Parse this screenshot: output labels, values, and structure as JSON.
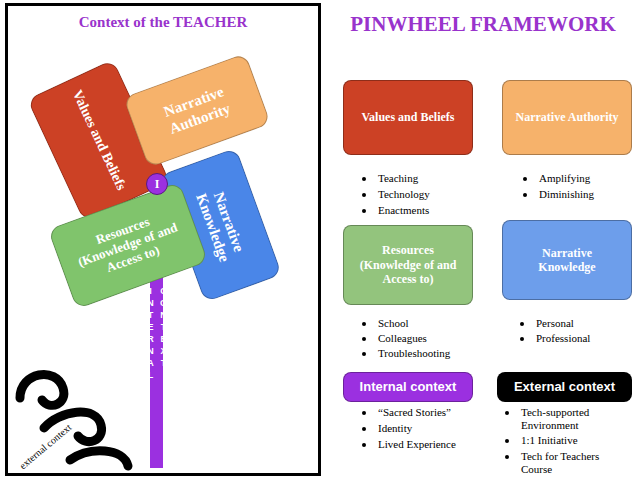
{
  "diagram": {
    "title": "PINWHEEL FRAMEWORK",
    "nodes": [
      {
        "text": [
          "Context of the TEACHER"
        ]
      },
      {
        "text": [
          "Values and Beliefs"
        ],
        "in": 0
      },
      {
        "text": [
          "Narrative Authority"
        ],
        "in": 0
      },
      {
        "text": [
          "I"
        ],
        "in": 0
      },
      {
        "text": [
          "Narrative Knowledge"
        ],
        "in": 0
      },
      {
        "text": [
          "Resources (Knowledge of and Access to)"
        ],
        "in": 0
      },
      {
        "text": [
          "INTERNAL CONTEXT"
        ],
        "in": 0
      },
      {
        "text": [
          "external context"
        ],
        "in": 0
      },
      {
        "text": [
          "Values and Beliefs"
        ]
      },
      {
        "text": [
          "Narrative Authority"
        ]
      },
      {
        "text": [
          "Resources (Knowledge of and Access to)"
        ]
      },
      {
        "text": [
          "Narrative Knowledge"
        ]
      },
      {
        "text": [
          "Internal context"
        ]
      },
      {
        "text": [
          "External context"
        ]
      }
    ],
    "labels": [
      "Teaching",
      "Technology",
      "Enactments",
      "Amplifying",
      "Diminishing",
      "School",
      "Colleagues",
      "Troubleshooting",
      "Personal",
      "Professional",
      "“Sacred Stories”",
      "Identity",
      "Lived Experience",
      "Tech-supported Environment",
      "1:1 Initiative",
      "Tech for Teachers Course"
    ]
  }
}
